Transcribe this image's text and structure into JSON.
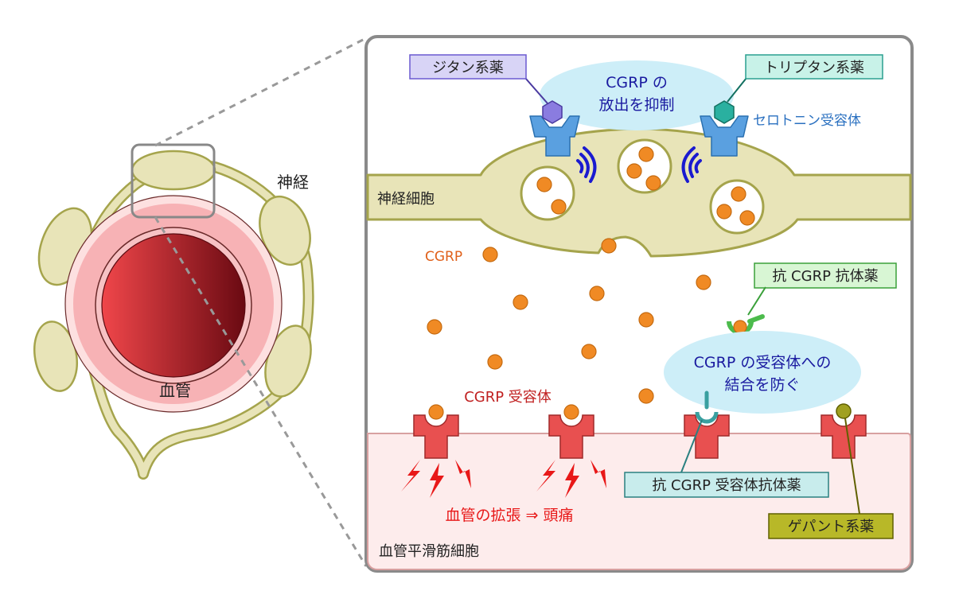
{
  "labels": {
    "nerve": "神経",
    "blood_vessel": "血管",
    "nerve_cell": "神経細胞",
    "cgrp": "CGRP",
    "serotonin_receptor": "セロトニン受容体",
    "suppress_line1": "CGRP の",
    "suppress_line2": "放出を抑制",
    "block_line1": "CGRP の受容体への",
    "block_line2": "結合を防ぐ",
    "cgrp_receptor": "CGRP 受容体",
    "vasodilation": "血管の拡張 ⇒ 頭痛",
    "smooth_muscle": "血管平滑筋細胞"
  },
  "drugs": {
    "ditan": "ジタン系薬",
    "triptan": "トリプタン系薬",
    "anti_cgrp_antibody": "抗 CGRP 抗体薬",
    "anti_cgrp_receptor_antibody": "抗 CGRP 受容体抗体薬",
    "gepant": "ゲパント系薬"
  },
  "colors": {
    "nerve_fill": "#e8e4b8",
    "nerve_stroke": "#a5a44c",
    "cgrp_dot": "#f08a24",
    "receptor_red": "#e85050",
    "serotonin_blue": "#5aa0e0",
    "ditan_label": "#d8d4f6",
    "triptan_label": "#c8f2e8",
    "antibody_green": "#4cbb4c",
    "receptor_antibody_teal": "#3aa0a0",
    "gepant_olive": "#a0a020",
    "callout_fill": "#cdeef8",
    "smooth_muscle_fill": "#fdecec",
    "vasodilation_red": "#e81818"
  }
}
